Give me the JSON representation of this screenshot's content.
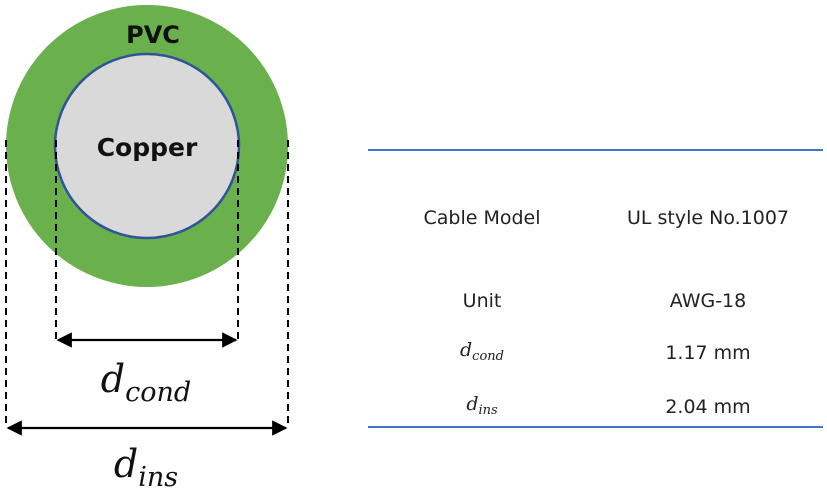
{
  "diagram": {
    "insulation_label": "PVC",
    "conductor_label": "Copper",
    "dim_cond": {
      "symbol": "d",
      "subscript": "cond"
    },
    "dim_ins": {
      "symbol": "d",
      "subscript": "ins"
    },
    "colors": {
      "insulation": "#6ab04c",
      "conductor_fill": "#d9d9d9",
      "conductor_stroke": "#2f5597",
      "table_rule": "#4472c4"
    }
  },
  "table": {
    "rows": [
      {
        "label": "Cable Model",
        "value": "UL style No.1007"
      },
      {
        "label": "Unit",
        "value": "AWG-18"
      },
      {
        "label_symbol": "d",
        "label_subscript": "cond",
        "value": "1.17 mm"
      },
      {
        "label_symbol": "d",
        "label_subscript": "ins",
        "value": "2.04 mm"
      }
    ]
  }
}
